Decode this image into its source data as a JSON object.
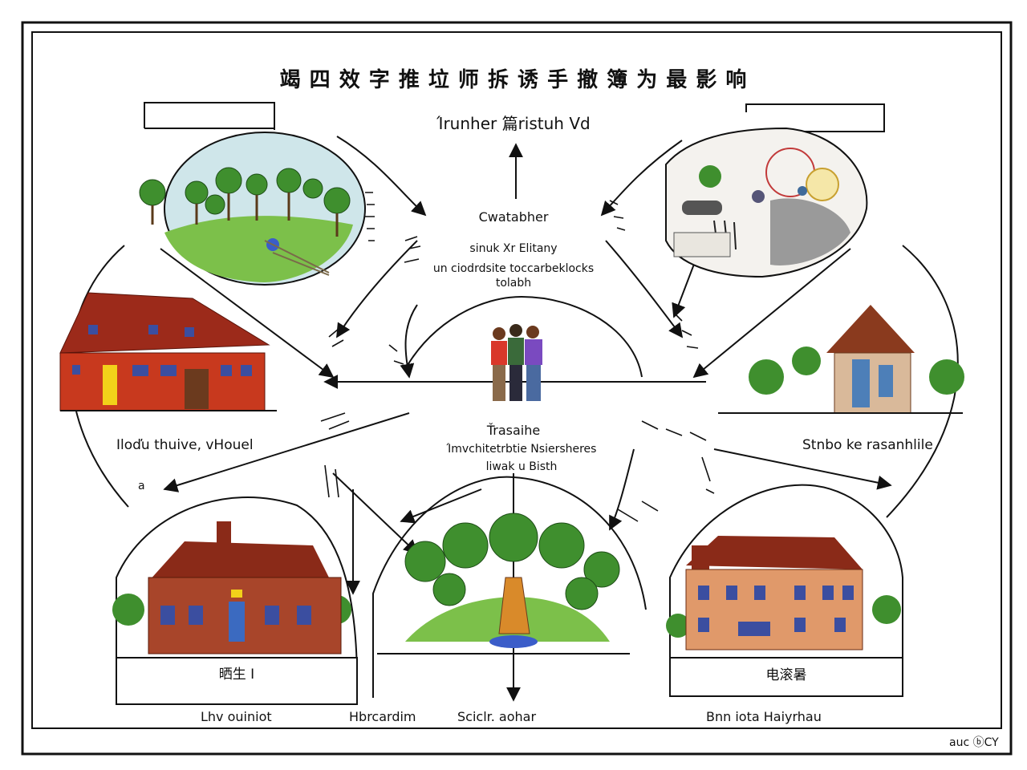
{
  "title": "竭 四 效 字 推 垃 师  拆 诱 手 撤 簿 为 最 影 响",
  "subtitle": "Ίrunher 篇ristuh Vd",
  "center_top": {
    "heading": "Cwatabher",
    "lines": [
      "sinuk Xr Elitany",
      "un ciodrdsite toccarbeklocks",
      "tolabh"
    ]
  },
  "center_bottom": {
    "heading": "Ťrasaihe",
    "lines": [
      "Ίmvchitetrbtie Nsiersheres",
      "liwak u     Bisth"
    ]
  },
  "labels": {
    "left_house": "Iloďu  thuive,  vHouel",
    "right_house": "Stnbo ke rasanhlile",
    "bottom_left_box": "晒生 I",
    "bottom_right_box": "电滚暑",
    "footer_1": "Lhv ouiniot",
    "footer_2": "Hbrcardim",
    "footer_3": "Sciclr. aohar",
    "footer_4": "Bnn  iota Haiyrhau",
    "corner": "auc ⓑCY",
    "left_small": "a"
  },
  "colors": {
    "red_house": "#c8391e",
    "roof": "#9c2a1a",
    "brick": "#a8452a",
    "tree": "#3f8f2e",
    "grass": "#7cc04a",
    "sky": "#cfe6ea",
    "line": "#111111"
  },
  "icons": [
    "forest-scene",
    "industrial-scene",
    "red-farmhouse",
    "stone-villa",
    "brick-cottage",
    "park-tree-scene",
    "townhouse",
    "people-group"
  ]
}
